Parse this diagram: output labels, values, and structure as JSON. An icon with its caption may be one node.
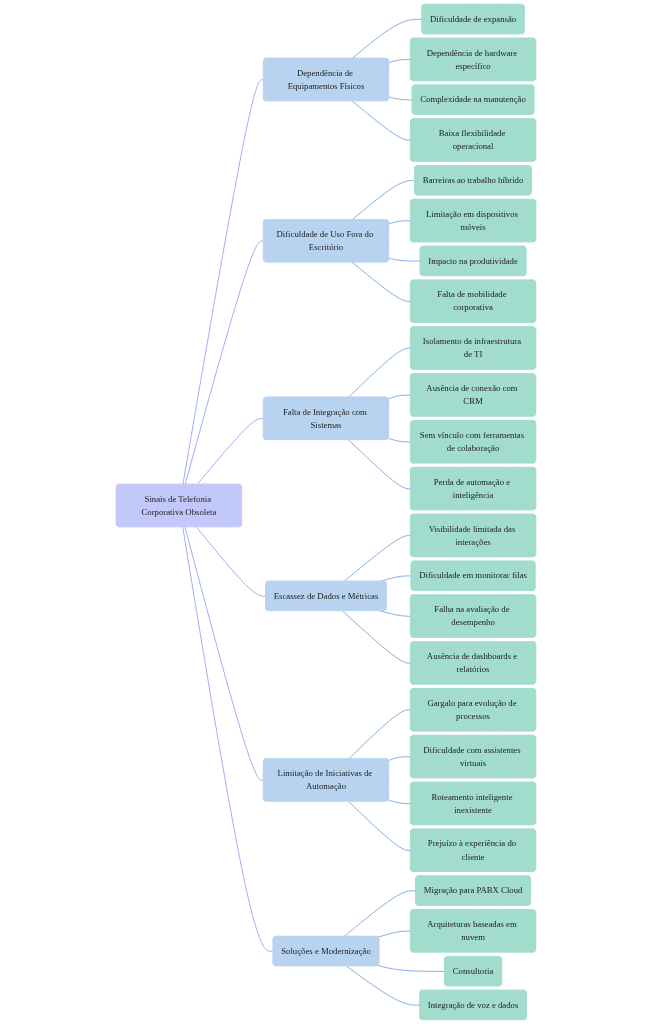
{
  "diagram": {
    "nodes": [
      {
        "text": [
          "Sinais de Telefonia Corporativa Obsoleta"
        ]
      },
      {
        "text": [
          "Dependência de Equipamentos Físicos"
        ]
      },
      {
        "text": [
          "Dificuldade de expansão"
        ]
      },
      {
        "text": [
          "Dependência de hardware específico"
        ]
      },
      {
        "text": [
          "Complexidade na manutenção"
        ]
      },
      {
        "text": [
          "Baixa flexibilidade operacional"
        ]
      },
      {
        "text": [
          "Dificuldade de Uso Fora do Escritório"
        ]
      },
      {
        "text": [
          "Barreiras ao trabalho híbrido"
        ]
      },
      {
        "text": [
          "Limitação em dispositivos móveis"
        ]
      },
      {
        "text": [
          "Impacto na produtividade"
        ]
      },
      {
        "text": [
          "Falta de mobilidade corporativa"
        ]
      },
      {
        "text": [
          "Falta de Integração com Sistemas"
        ]
      },
      {
        "text": [
          "Isolamento da infraestrutura de TI"
        ]
      },
      {
        "text": [
          "Ausência de conexão com CRM"
        ]
      },
      {
        "text": [
          "Sem vínculo com ferramentas de colaboração"
        ]
      },
      {
        "text": [
          "Perda de automação e inteligência"
        ]
      },
      {
        "text": [
          "Escassez de Dados e Métricas"
        ]
      },
      {
        "text": [
          "Visibilidade limitada das interações"
        ]
      },
      {
        "text": [
          "Dificuldade em monitorar filas"
        ]
      },
      {
        "text": [
          "Falha na avaliação de desempenho"
        ]
      },
      {
        "text": [
          "Ausência de dashboards e relatórios"
        ]
      },
      {
        "text": [
          "Limitação de Iniciativas de Automação"
        ]
      },
      {
        "text": [
          "Gargalo para evolução de processos"
        ]
      },
      {
        "text": [
          "Dificuldade com assistentes virtuais"
        ]
      },
      {
        "text": [
          "Roteamento inteligente inexistente"
        ]
      },
      {
        "text": [
          "Prejuízo à experiência do cliente"
        ]
      },
      {
        "text": [
          "Soluções e Modernização"
        ]
      },
      {
        "text": [
          "Migração para PABX Cloud"
        ]
      },
      {
        "text": [
          "Arquiteturas baseadas em nuvem"
        ]
      },
      {
        "text": [
          "Consultoria"
        ]
      },
      {
        "text": [
          "Integração de voz e dados"
        ]
      }
    ],
    "edges": [
      {
        "from": 0,
        "to": 1,
        "arrow": "none",
        "color": "#8c9cf7"
      },
      {
        "from": 1,
        "to": 2,
        "arrow": "none"
      },
      {
        "from": 1,
        "to": 3,
        "arrow": "none"
      },
      {
        "from": 1,
        "to": 4,
        "arrow": "none"
      },
      {
        "from": 1,
        "to": 5,
        "arrow": "none"
      },
      {
        "from": 0,
        "to": 6,
        "arrow": "none",
        "color": "#8c9cf7"
      },
      {
        "from": 6,
        "to": 7,
        "arrow": "none"
      },
      {
        "from": 6,
        "to": 8,
        "arrow": "none"
      },
      {
        "from": 6,
        "to": 9,
        "arrow": "none"
      },
      {
        "from": 6,
        "to": 10,
        "arrow": "none"
      },
      {
        "from": 0,
        "to": 11,
        "arrow": "none",
        "color": "#8c9cf7"
      },
      {
        "from": 11,
        "to": 12,
        "arrow": "none"
      },
      {
        "from": 11,
        "to": 13,
        "arrow": "none"
      },
      {
        "from": 11,
        "to": 14,
        "arrow": "none"
      },
      {
        "from": 11,
        "to": 15,
        "arrow": "none"
      },
      {
        "from": 0,
        "to": 16,
        "arrow": "none",
        "color": "#8c9cf7"
      },
      {
        "from": 16,
        "to": 17,
        "arrow": "none"
      },
      {
        "from": 16,
        "to": 18,
        "arrow": "none"
      },
      {
        "from": 16,
        "to": 19,
        "arrow": "none"
      },
      {
        "from": 16,
        "to": 20,
        "arrow": "none"
      },
      {
        "from": 0,
        "to": 21,
        "arrow": "none",
        "color": "#8c9cf7"
      },
      {
        "from": 21,
        "to": 22,
        "arrow": "none"
      },
      {
        "from": 21,
        "to": 23,
        "arrow": "none"
      },
      {
        "from": 21,
        "to": 24,
        "arrow": "none"
      },
      {
        "from": 21,
        "to": 25,
        "arrow": "none"
      },
      {
        "from": 0,
        "to": 26,
        "arrow": "none",
        "color": "#8c9cf7"
      },
      {
        "from": 26,
        "to": 27,
        "arrow": "none"
      },
      {
        "from": 26,
        "to": 28,
        "arrow": "none"
      },
      {
        "from": 26,
        "to": 29,
        "arrow": "none"
      },
      {
        "from": 26,
        "to": 30,
        "arrow": "none"
      }
    ]
  }
}
